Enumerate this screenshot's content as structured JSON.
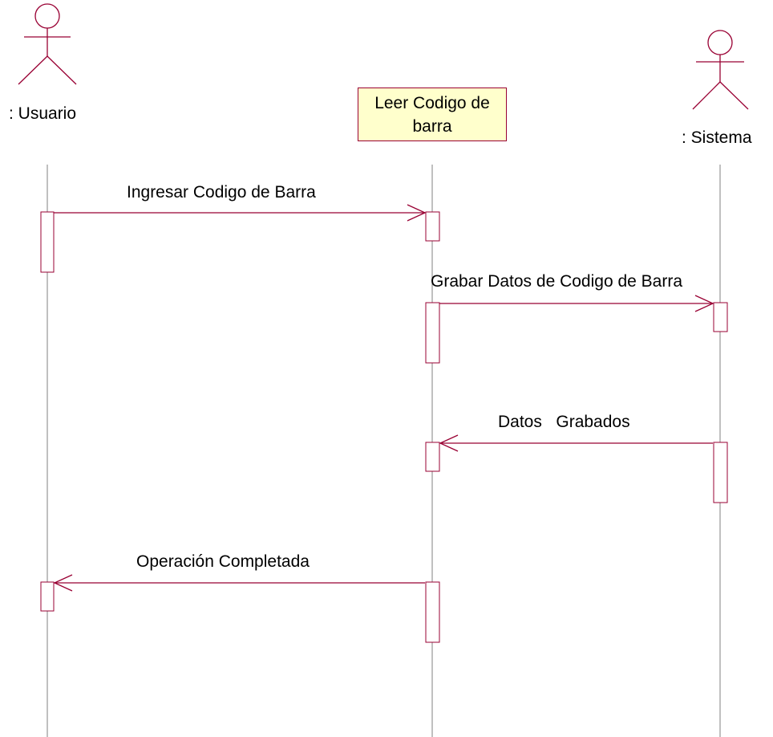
{
  "participants": {
    "usuario": {
      "label": ": Usuario"
    },
    "objeto": {
      "label": "Leer Codigo de barra"
    },
    "sistema": {
      "label": ": Sistema"
    }
  },
  "messages": [
    {
      "label": "Ingresar Codigo de Barra",
      "from": "Usuario",
      "to": "Leer Codigo de barra"
    },
    {
      "label": "Grabar Datos de Codigo de Barra",
      "from": "Leer Codigo de barra",
      "to": "Sistema"
    },
    {
      "label": "Datos   Grabados",
      "from": "Sistema",
      "to": "Leer Codigo de barra"
    },
    {
      "label": "Operación Completada",
      "from": "Leer Codigo de barra",
      "to": "Usuario"
    }
  ],
  "colors": {
    "line": "#990033",
    "lifeline": "#808080",
    "object_fill": "#ffffcc"
  }
}
